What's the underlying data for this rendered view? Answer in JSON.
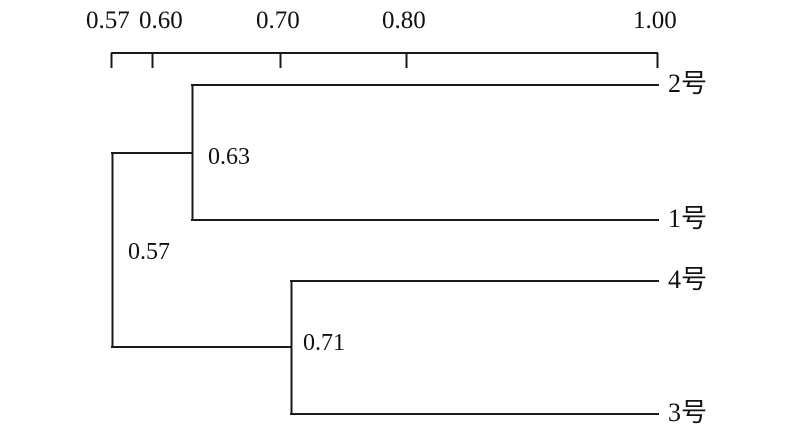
{
  "chart_data": {
    "type": "tree",
    "title": "",
    "xlabel": "",
    "ylabel": "",
    "grid": false,
    "legend": "none",
    "orientation": "horizontal-left-to-right",
    "axis": {
      "position": "top",
      "xlim": [
        0.57,
        1.0
      ],
      "tick_values": [
        0.57,
        0.6,
        0.7,
        0.8,
        1.0
      ],
      "tick_labels": [
        "0.57",
        "0.60",
        "0.70",
        "0.80",
        "1.00"
      ]
    },
    "leaves": [
      {
        "label": "2号",
        "order": 1
      },
      {
        "label": "1号",
        "order": 2
      },
      {
        "label": "4号",
        "order": 3
      },
      {
        "label": "3号",
        "order": 4
      }
    ],
    "nodes": [
      {
        "id": "n-0-63",
        "value": 0.63,
        "label": "0.63",
        "children": [
          "2号",
          "1号"
        ]
      },
      {
        "id": "n-0-71",
        "value": 0.71,
        "label": "0.71",
        "children": [
          "4号",
          "3号"
        ]
      },
      {
        "id": "n-0-57",
        "value": 0.57,
        "label": "0.57",
        "children": [
          "n-0-63",
          "n-0-71"
        ]
      }
    ],
    "colors": {
      "line": "#1a1a1a",
      "text": "#111111",
      "background": "#ffffff"
    }
  },
  "axis_labels": {
    "t0": "0.57",
    "t1": "0.60",
    "t2": "0.70",
    "t3": "0.80",
    "t4": "1.00"
  },
  "node_labels": {
    "root": "0.57",
    "upper": "0.63",
    "lower": "0.71"
  },
  "leaf_labels": {
    "l1": "2号",
    "l2": "1号",
    "l3": "4号",
    "l4": "3号"
  }
}
